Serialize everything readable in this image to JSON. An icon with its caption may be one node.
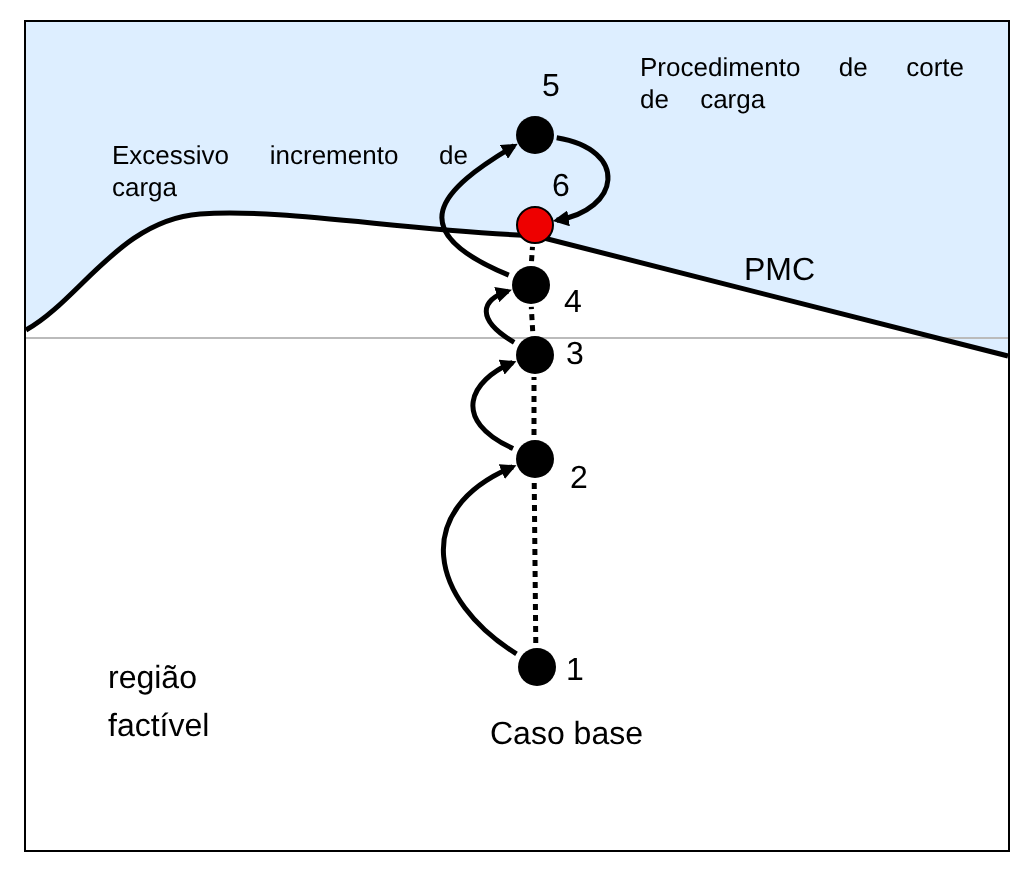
{
  "diagram": {
    "nodes": [
      {
        "text": [],
        "shape": "circle",
        "beside": [
          "1",
          "Caso base"
        ]
      },
      {
        "text": [],
        "shape": "circle",
        "beside": [
          "2"
        ]
      },
      {
        "text": [],
        "shape": "circle",
        "beside": [
          "3"
        ]
      },
      {
        "text": [],
        "shape": "circle",
        "beside": [
          "4"
        ]
      },
      {
        "text": [],
        "shape": "circle",
        "beside": [
          "5"
        ]
      },
      {
        "text": [],
        "shape": "circle",
        "beside": [
          "6"
        ]
      }
    ],
    "edges": [
      {
        "from": 0,
        "to": 1,
        "arrow": "to"
      },
      {
        "from": 1,
        "to": 2,
        "arrow": "to"
      },
      {
        "from": 2,
        "to": 3,
        "arrow": "to"
      },
      {
        "from": 3,
        "to": 4,
        "arrow": "to"
      },
      {
        "from": 4,
        "to": 5,
        "arrow": "to"
      },
      {
        "from": 0,
        "to": 1,
        "arrow": "none",
        "style": "dashed"
      },
      {
        "from": 1,
        "to": 2,
        "arrow": "none",
        "style": "dashed"
      },
      {
        "from": 2,
        "to": 3,
        "arrow": "none",
        "style": "dashed"
      },
      {
        "from": 3,
        "to": 5,
        "arrow": "none",
        "style": "dashed"
      }
    ],
    "labels": [
      "Excessivo incremento de carga",
      "Procedimento de corte de carga",
      "PMC",
      "região factível"
    ]
  }
}
